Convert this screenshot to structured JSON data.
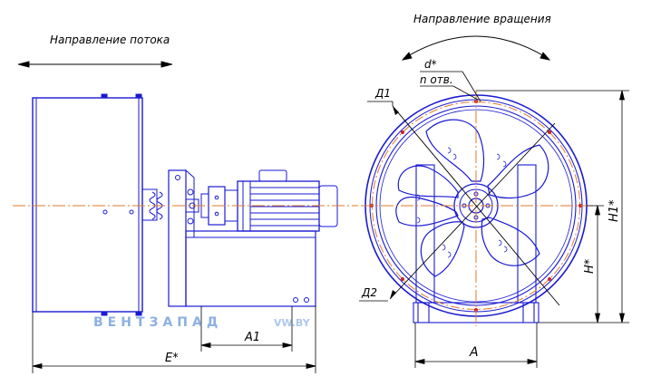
{
  "labels": {
    "flow_direction": "Направление потока",
    "rotation_direction": "Направление вращения",
    "d_star": "d*",
    "n_holes": "n отв.",
    "d1": "Д1",
    "d2": "Д2",
    "a1": "A1",
    "e_star": "E*",
    "a": "A",
    "h_star": "H*",
    "h1_star": "H1*"
  },
  "watermark": {
    "brand": "ВЕНТЗАПАД",
    "domain": "VW.BY"
  },
  "colors": {
    "line": "#000000",
    "blade": "#1a1ad2",
    "axis": "#e07a2a",
    "watermark": "#5b8fd6"
  }
}
